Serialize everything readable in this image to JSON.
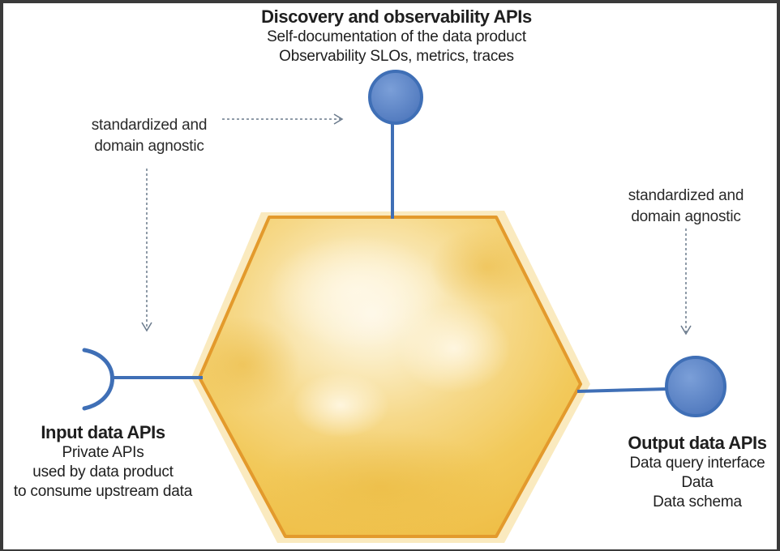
{
  "discovery": {
    "title": "Discovery and observability APIs",
    "line1": "Self-documentation of the data product",
    "line2": "Observability SLOs, metrics, traces"
  },
  "input": {
    "title": "Input data APIs",
    "line1": "Private APIs",
    "line2": "used by data product",
    "line3": "to consume upstream data"
  },
  "output": {
    "title": "Output data APIs",
    "line1": "Data query interface",
    "line2": "Data",
    "line3": "Data schema"
  },
  "note_left": {
    "line1": "standardized and",
    "line2": "domain agnostic"
  },
  "note_right": {
    "line1": "standardized and",
    "line2": "domain agnostic"
  },
  "colors": {
    "hexagon_fill": "#f2c95a",
    "hexagon_stroke": "#e0952a",
    "api_blue": "#4a74b8",
    "api_fill": "#5d86c8",
    "arrow": "#6a7a8c"
  }
}
